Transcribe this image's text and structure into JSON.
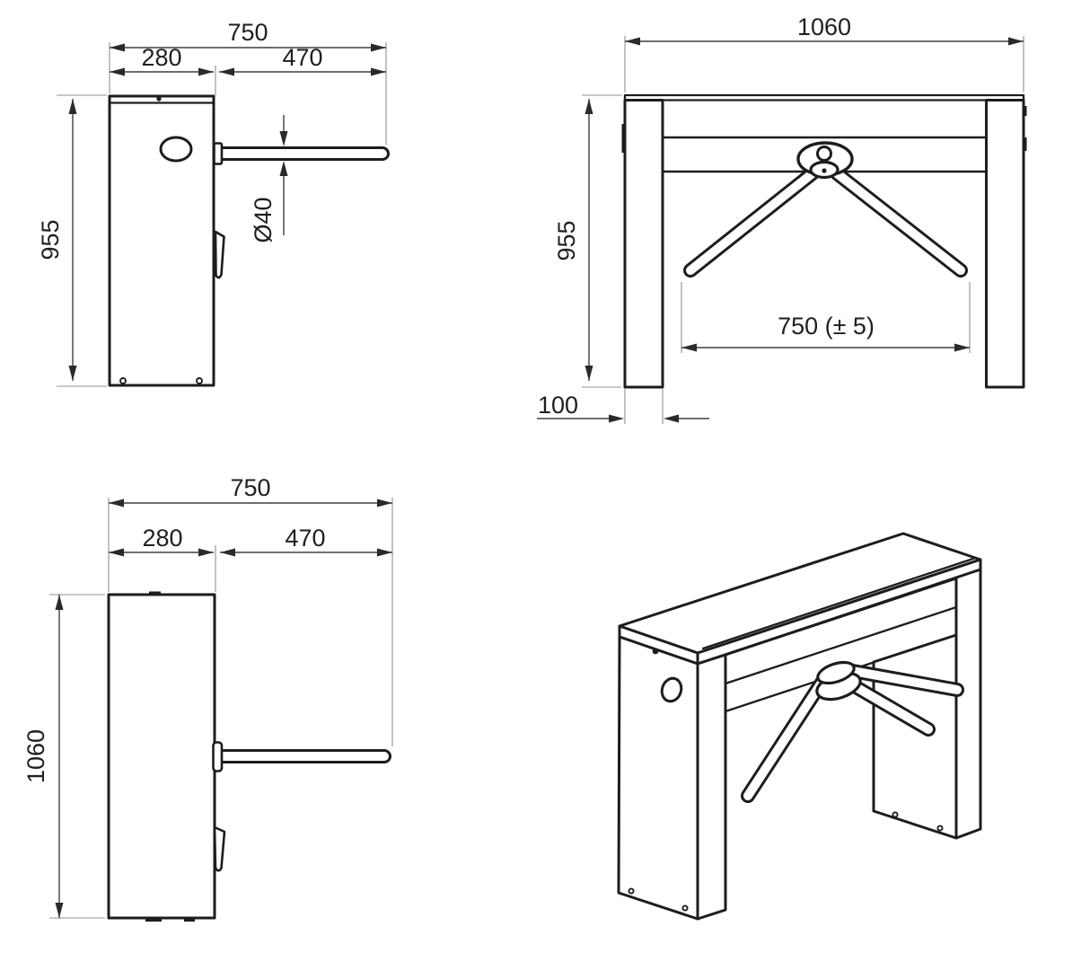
{
  "side_top": {
    "width_total": "750",
    "width_cabinet": "280",
    "width_arm": "470",
    "height": "955",
    "arm_diameter": "Ø40"
  },
  "front": {
    "width_total": "1060",
    "height": "955",
    "arm_span": "750 (± 5)",
    "post_width": "100"
  },
  "side_bottom": {
    "width_total": "750",
    "width_cabinet": "280",
    "width_arm": "470",
    "height": "1060"
  },
  "colors": {
    "outline": "#1d1d1d",
    "dimension": "#3f3f3f",
    "background": "#ffffff"
  }
}
